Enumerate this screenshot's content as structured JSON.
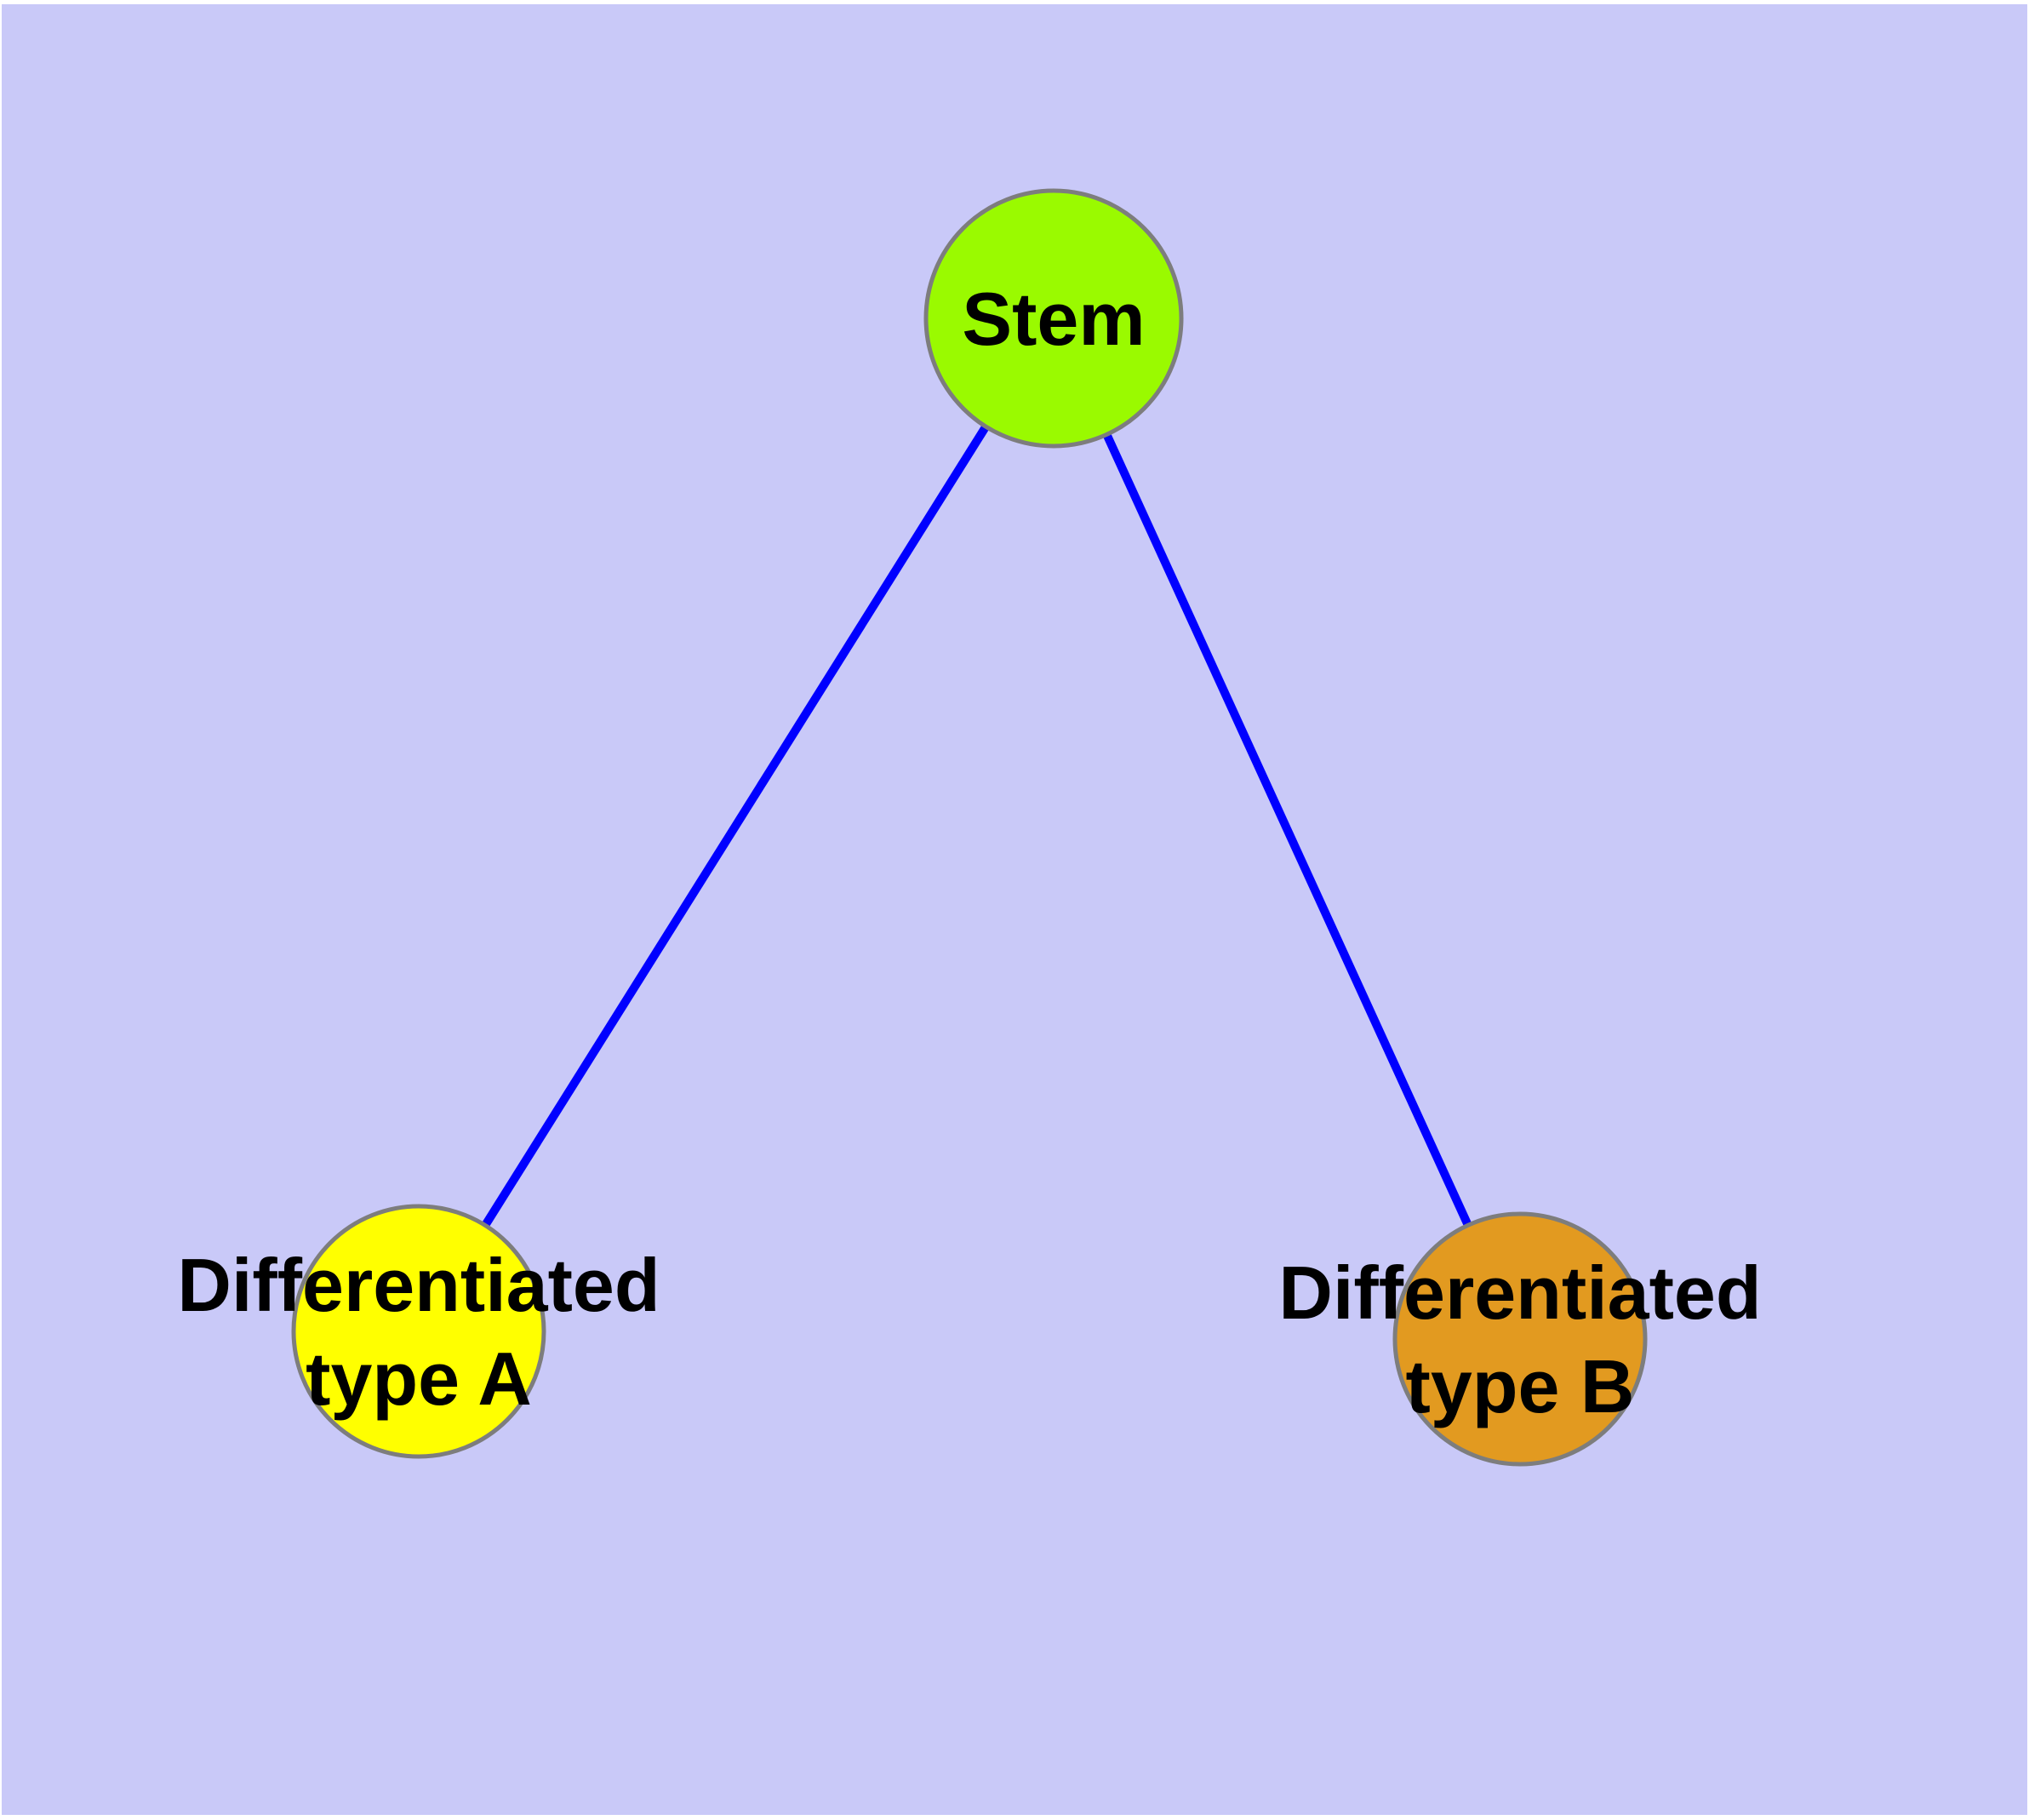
{
  "canvas": {
    "background": "#C9C9F8",
    "page_background": "#FFFFFF"
  },
  "style": {
    "edge_color": "#0000FF",
    "node_border_color": "#7D7D7D",
    "label_color": "#000000"
  },
  "nodes": [
    {
      "id": "stem",
      "label": "Stem",
      "line1": "Stem",
      "line2": "",
      "color": "#9AFA00"
    },
    {
      "id": "diff-a",
      "label": "Differentiated type A",
      "line1": "Differentiated",
      "line2": "type A",
      "color": "#FFFF00"
    },
    {
      "id": "diff-b",
      "label": "Differentiated type B",
      "line1": "Differentiated",
      "line2": "type B",
      "color": "#E29A20"
    }
  ],
  "edges": [
    {
      "from": "Stem",
      "to": "Differentiated type A"
    },
    {
      "from": "Stem",
      "to": "Differentiated type B"
    }
  ]
}
